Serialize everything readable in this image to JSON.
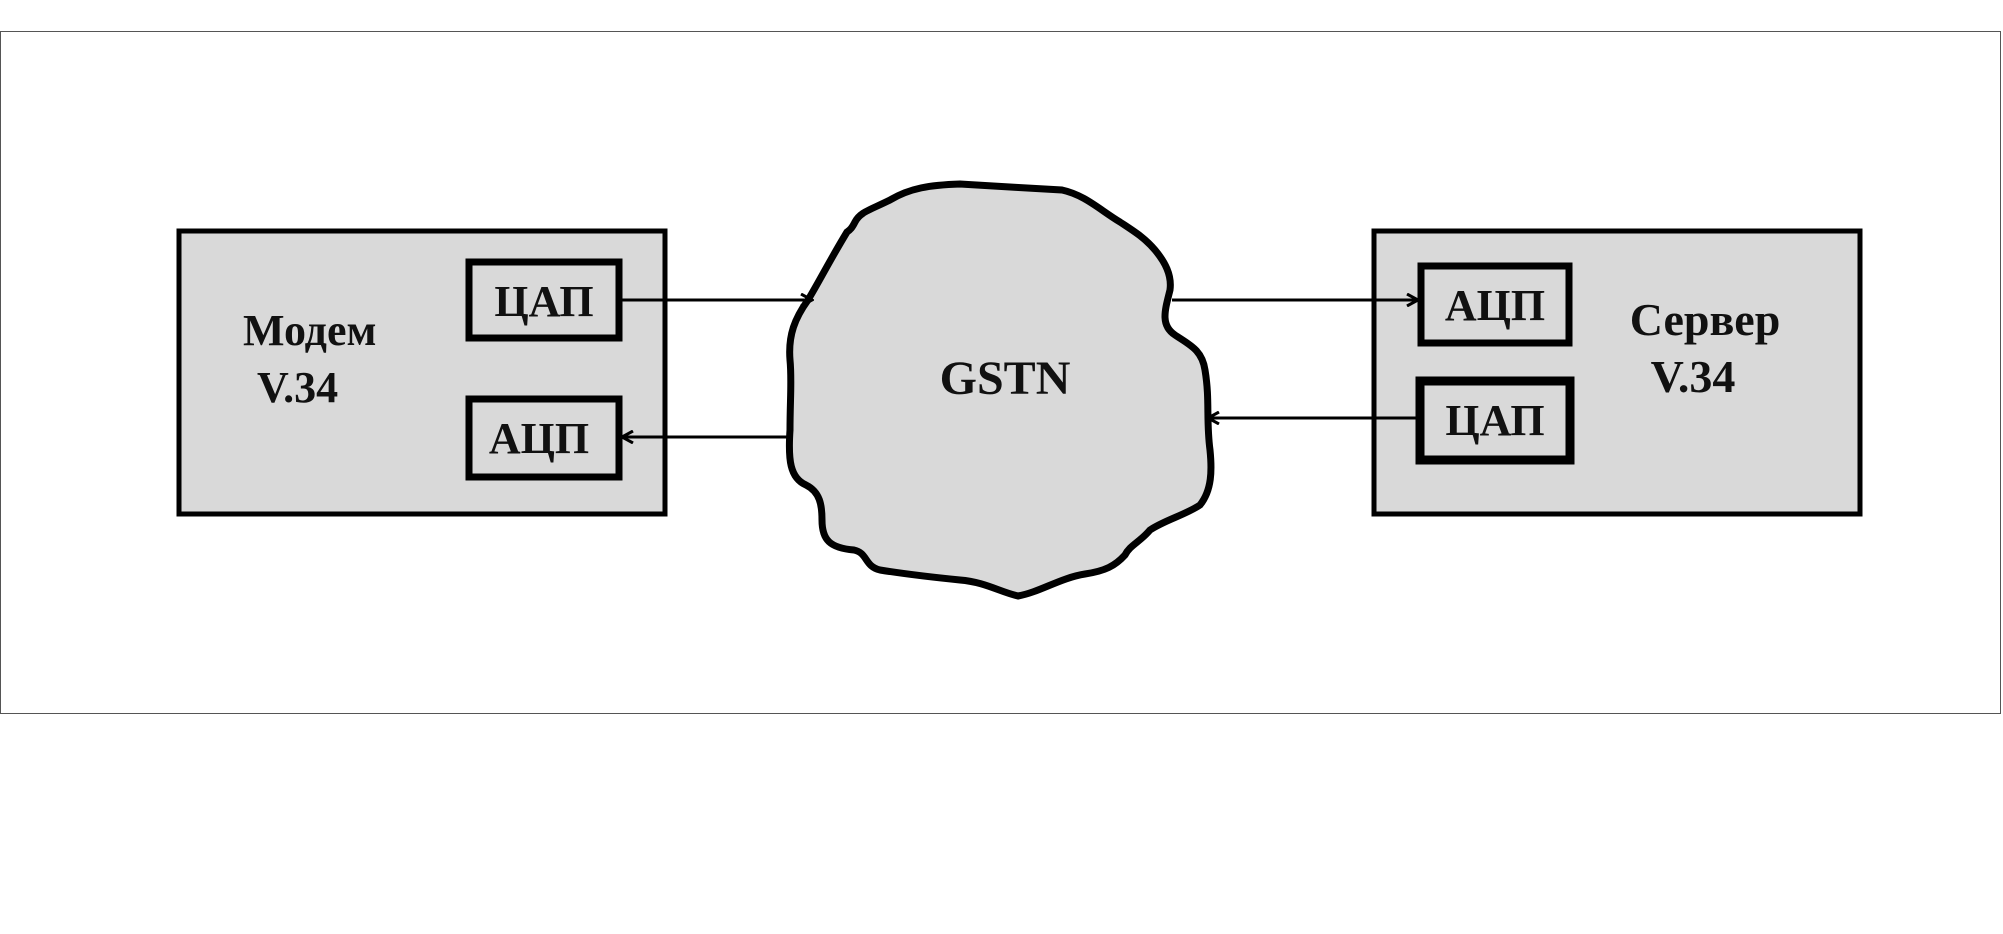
{
  "colors": {
    "fill": "#d9d9d9",
    "stroke": "#000000",
    "background": "#ffffff"
  },
  "modem": {
    "name_line1": "Модем",
    "name_line2": "V.34",
    "dac": "ЦАП",
    "adc": "АЦП"
  },
  "network": {
    "label": "GSTN"
  },
  "server": {
    "name_line1": "Сервер",
    "name_line2": "V.34",
    "adc": "АЦП",
    "dac": "ЦАП"
  }
}
